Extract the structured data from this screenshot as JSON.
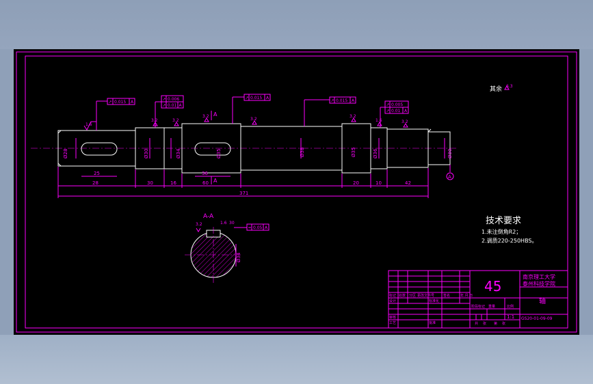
{
  "tolerance_frames": [
    {
      "symbol": "↗",
      "value": "0.015",
      "datum": "A"
    },
    {
      "symbol": "↗",
      "value": "0.006",
      "datum": ""
    },
    {
      "symbol": "↗",
      "value": "0.01",
      "datum": "A"
    },
    {
      "symbol": "↗",
      "value": "0.015",
      "datum": "A"
    },
    {
      "symbol": "↗",
      "value": "0.015",
      "datum": "A"
    },
    {
      "symbol": "↗",
      "value": "0.005",
      "datum": ""
    },
    {
      "symbol": "↗",
      "value": "0.01",
      "datum": "A"
    }
  ],
  "section_frame": {
    "symbol": "=",
    "value": "0.05",
    "datum": "A"
  },
  "diameters": [
    "Ø28",
    "Ø30",
    "Ø34",
    "Ø35",
    "Ø38",
    "Ø35",
    "Ø36",
    "Ø30"
  ],
  "dimensions": {
    "key1": "25",
    "key2": "36",
    "len_28": "28",
    "len_30": "30",
    "len_16": "16",
    "len_60": "60",
    "len_20": "20",
    "len_10": "10",
    "len_42": "42",
    "total": "371"
  },
  "roughness": [
    "1.6",
    "3.2",
    "3.2",
    "3.2",
    "3.2",
    "3.2",
    "1.6",
    "3.2"
  ],
  "section_marks": [
    "A",
    "A"
  ],
  "datum_label": "A",
  "section_view": {
    "title": "A-A",
    "roughness_a": "3.2",
    "roughness_b": "1.6",
    "depth_label": "30",
    "dia_label": "Ø34"
  },
  "other_roughness": {
    "label": "其余",
    "value": "6.3"
  },
  "tech_requirements": {
    "title": "技术要求",
    "items": [
      "1.未注倒角R2；",
      "2.调质220-250HBS。"
    ]
  },
  "title_block": {
    "material": "45",
    "school_line1": "南京理工大学",
    "school_line2": "泰州科技学院",
    "part_name": "轴",
    "drawing_number": "GS20-01-09-09",
    "scale": "1:1",
    "rev_row": [
      "标记",
      "处数",
      "分区",
      "更改文件号",
      "签名",
      "年.月.日"
    ],
    "design_row": [
      "设计",
      "",
      "标准化",
      ""
    ],
    "stage_headers": [
      "阶段标记",
      "重量",
      "比例"
    ],
    "review": "审核",
    "process": "工艺",
    "approve": "批准",
    "sheets": [
      "共",
      "张",
      "第",
      "张"
    ]
  }
}
